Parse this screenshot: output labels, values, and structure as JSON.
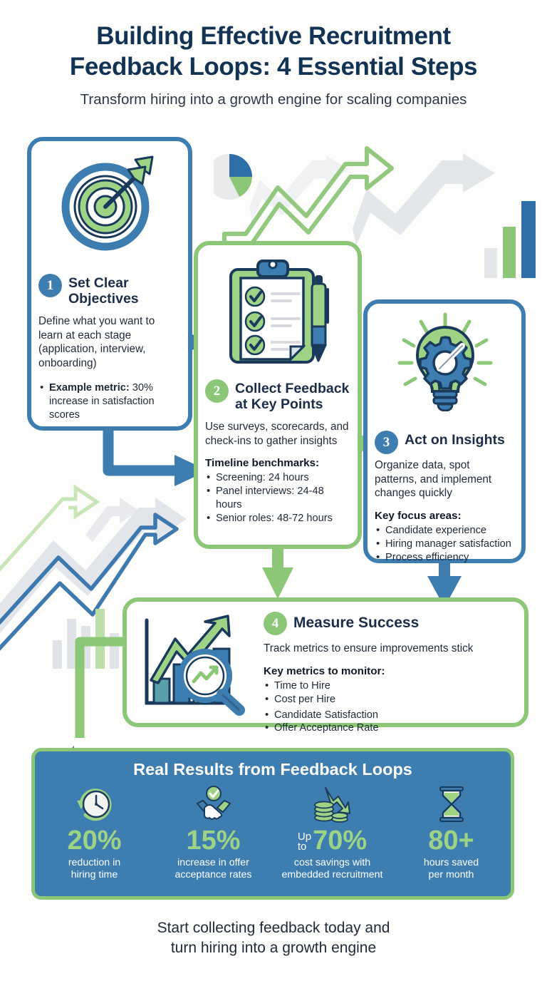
{
  "header": {
    "title_line1": "Building Effective Recruitment",
    "title_line2": "Feedback Loops: 4 Essential Steps",
    "subtitle": "Transform hiring into a growth engine for scaling companies"
  },
  "colors": {
    "blue": "#3d7db0",
    "dark_navy": "#123354",
    "green": "#8cc677",
    "light_green": "#9ed386",
    "background": "#fdfdfc",
    "text": "#1f2937"
  },
  "steps": [
    {
      "number": "1",
      "title": "Set Clear Objectives",
      "desc": "Define what you want to learn at each stage (application, interview, onboarding)",
      "bullets_label_bold": "Example metric:",
      "bullets_rest": " 30% increase in satisfaction scores",
      "icon": "target-arrow-icon",
      "accent": "blue"
    },
    {
      "number": "2",
      "title": "Collect Feedback at Key Points",
      "desc": "Use surveys, scorecards, and check-ins to gather insights",
      "sub_head": "Timeline benchmarks:",
      "bullets": [
        "Screening: 24 hours",
        "Panel interviews: 24-48 hours",
        "Senior roles: 48-72 hours"
      ],
      "icon": "clipboard-checklist-icon",
      "accent": "green"
    },
    {
      "number": "3",
      "title": "Act on Insights",
      "desc": "Organize data, spot patterns, and implement changes quickly",
      "sub_head": "Key focus areas:",
      "bullets": [
        "Candidate experience",
        "Hiring manager satisfaction",
        "Process efficiency"
      ],
      "icon": "lightbulb-gear-icon",
      "accent": "blue"
    },
    {
      "number": "4",
      "title": "Measure Success",
      "desc": "Track metrics to ensure improvements stick",
      "sub_head": "Key metrics to monitor:",
      "bullets_left": [
        "Time to Hire",
        "Cost per Hire"
      ],
      "bullets_right": [
        "Candidate Satisfaction",
        "Offer Acceptance Rate"
      ],
      "icon": "growth-chart-magnifier-icon",
      "accent": "green"
    }
  ],
  "banner": {
    "title": "Real Results from Feedback Loops",
    "stats": [
      {
        "icon": "clock-arrow-icon",
        "prefix": "",
        "value": "20%",
        "label_line1": "reduction in",
        "label_line2": "hiring time"
      },
      {
        "icon": "handshake-check-icon",
        "prefix": "",
        "value": "15%",
        "label_line1": "increase in offer",
        "label_line2": "acceptance rates"
      },
      {
        "icon": "coins-down-arrow-icon",
        "prefix": "Up\nto",
        "value": "70%",
        "label_line1": "cost savings with",
        "label_line2": "embedded recruitment"
      },
      {
        "icon": "hourglass-icon",
        "prefix": "",
        "value": "80+",
        "label_line1": "hours saved",
        "label_line2": "per month"
      }
    ]
  },
  "footer": {
    "line1": "Start collecting feedback today and",
    "line2": "turn hiring into a growth engine"
  }
}
